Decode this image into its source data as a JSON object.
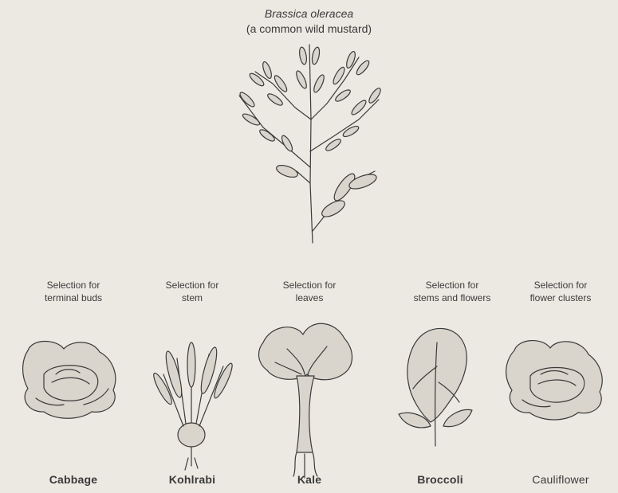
{
  "title": {
    "species": "Brassica oleracea",
    "common": "(a common wild mustard)"
  },
  "selections": [
    {
      "line1": "Selection for",
      "line2": "terminal buds",
      "vegetable": "Cabbage",
      "icon": "cabbage-icon"
    },
    {
      "line1": "Selection for",
      "line2": "stem",
      "vegetable": "Kohlrabi",
      "icon": "kohlrabi-icon"
    },
    {
      "line1": "Selection for",
      "line2": "leaves",
      "vegetable": "Kale",
      "icon": "kale-icon"
    },
    {
      "line1": "Selection for",
      "line2": "stems and flowers",
      "vegetable": "Broccoli",
      "icon": "broccoli-icon"
    },
    {
      "line1": "Selection for",
      "line2": "flower clusters",
      "vegetable": "Cauliflower",
      "icon": "cauliflower-icon"
    }
  ],
  "colors": {
    "background": "#ece9e2",
    "ink": "#3a3a3a",
    "leaf_fill": "#d9d5cc"
  }
}
